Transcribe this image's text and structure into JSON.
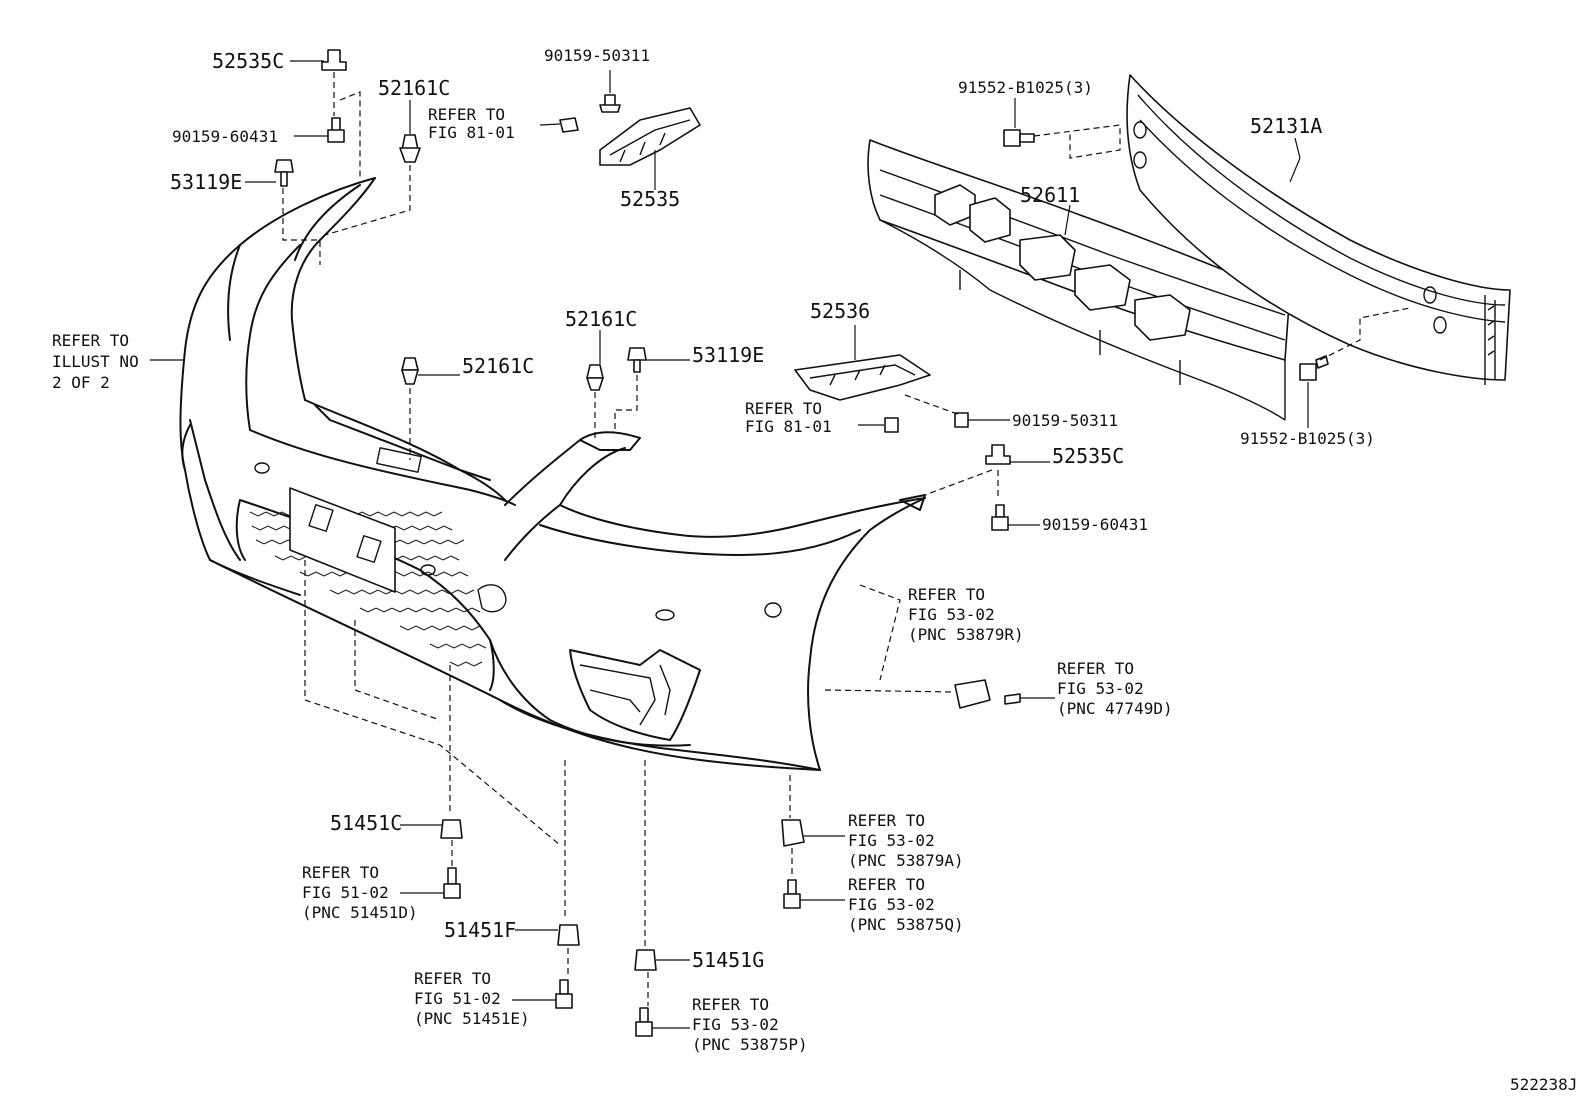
{
  "figure_code": "522238J",
  "labels": {
    "p52535C_a": "52535C",
    "p90159_60431_a": "90159-60431",
    "p53119E_a": "53119E",
    "p52161C_a": "52161C",
    "p90159_50311_a": "90159-50311",
    "refer_81_a_l1": "REFER TO",
    "refer_81_a_l2": "FIG 81-01",
    "p52535": "52535",
    "p91552_a": "91552-B1025(3)",
    "p52131A": "52131A",
    "p52611": "52611",
    "refer_illust_l1": "REFER TO",
    "refer_illust_l2": "ILLUST NO",
    "refer_illust_l3": "2 OF 2",
    "p52161C_b": "52161C",
    "p52161C_c": "52161C",
    "p53119E_b": "53119E",
    "p52536": "52536",
    "refer_81_b_l1": "REFER TO",
    "refer_81_b_l2": "FIG 81-01",
    "p90159_50311_b": "90159-50311",
    "p91552_b": "91552-B1025(3)",
    "p52535C_b": "52535C",
    "p90159_60431_b": "90159-60431",
    "refer_53879R_l1": "REFER TO",
    "refer_53879R_l2": "FIG 53-02",
    "refer_53879R_l3": "(PNC 53879R)",
    "refer_47749D_l1": "REFER TO",
    "refer_47749D_l2": "FIG 53-02",
    "refer_47749D_l3": "(PNC 47749D)",
    "p51451C": "51451C",
    "refer_51451D_l1": "REFER TO",
    "refer_51451D_l2": "FIG 51-02",
    "refer_51451D_l3": "(PNC 51451D)",
    "refer_53879A_l1": "REFER TO",
    "refer_53879A_l2": "FIG 53-02",
    "refer_53879A_l3": "(PNC 53879A)",
    "refer_53875Q_l1": "REFER TO",
    "refer_53875Q_l2": "FIG 53-02",
    "refer_53875Q_l3": "(PNC 53875Q)",
    "p51451F": "51451F",
    "refer_51451E_l1": "REFER TO",
    "refer_51451E_l2": "FIG 51-02",
    "refer_51451E_l3": "(PNC 51451E)",
    "p51451G": "51451G",
    "refer_53875P_l1": "REFER TO",
    "refer_53875P_l2": "FIG 53-02",
    "refer_53875P_l3": "(PNC 53875P)"
  }
}
